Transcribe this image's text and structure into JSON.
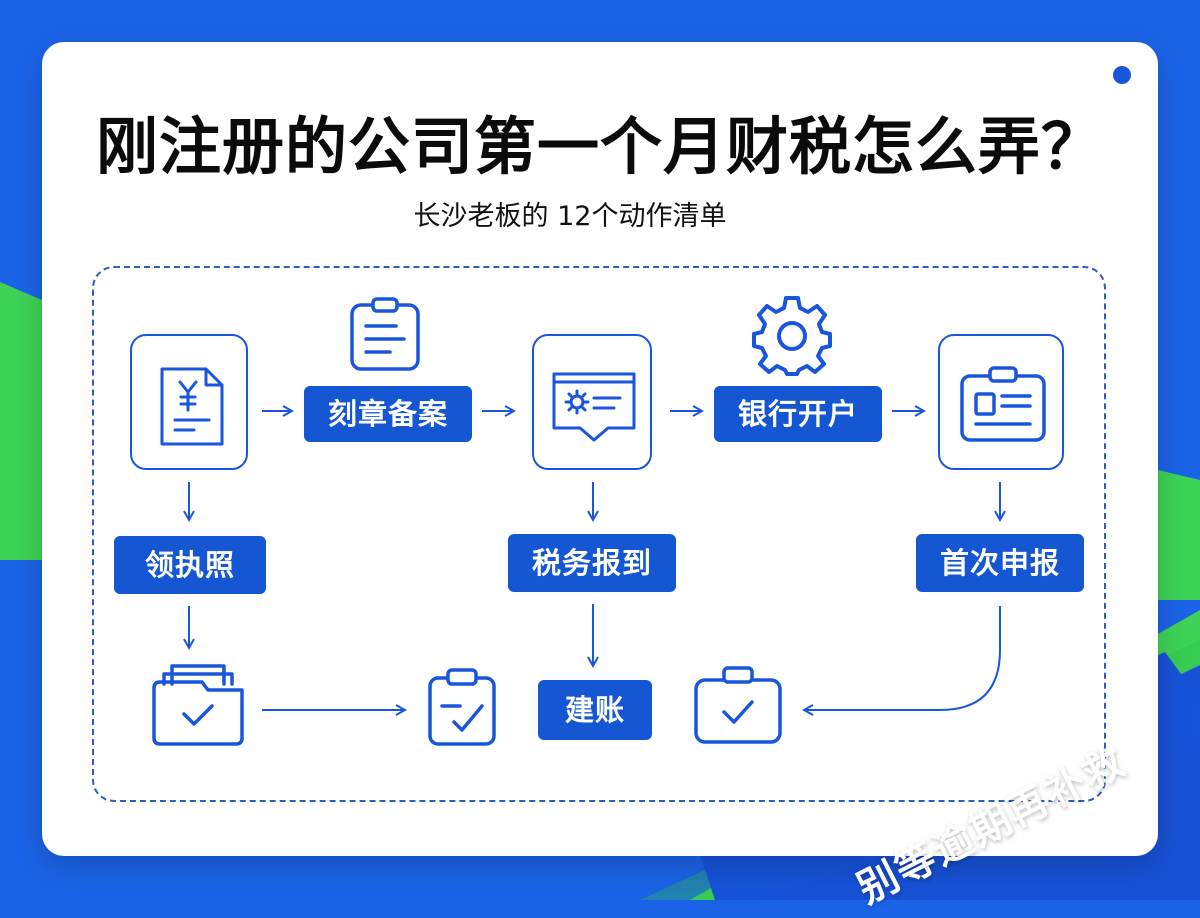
{
  "title": "刚注册的公司第一个月财税怎么弄？",
  "subtitle": "长沙老板的 12个动作清单",
  "steps": {
    "seal_filing": "刻章备案",
    "bank_account": "银行开户",
    "license": "领执照",
    "tax_register": "税务报到",
    "first_declare": "首次申报",
    "bookkeeping": "建账"
  },
  "banner": "别等逾期再补救",
  "icons": [
    "yuan-document-icon",
    "clipboard-list-icon",
    "gear-icon",
    "chat-gear-icon",
    "id-card-icon",
    "folder-check-icon",
    "clipboard-check-icon",
    "briefcase-check-icon"
  ],
  "colors": {
    "primary_blue": "#1556d3",
    "background_blue": "#1b63e6",
    "accent_green": "#3ed257"
  }
}
